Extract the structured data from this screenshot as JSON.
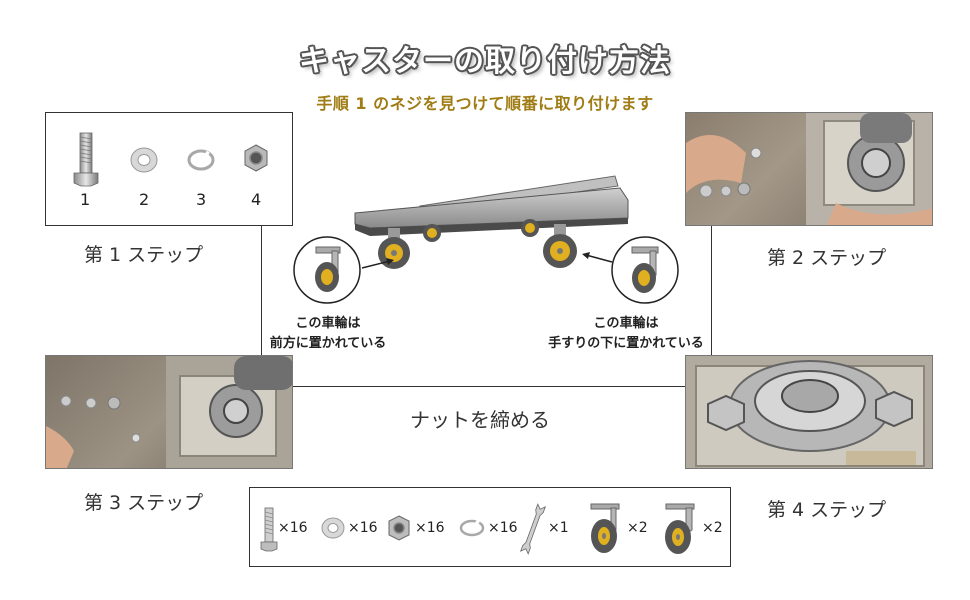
{
  "header": {
    "title": "キャスターの取り付け方法",
    "subtitle": "手順 1 のネジを見つけて順番に取り付けます"
  },
  "parts_box": {
    "items": [
      {
        "icon": "bolt-icon",
        "number": "1"
      },
      {
        "icon": "washer-icon",
        "number": "2"
      },
      {
        "icon": "spring-washer-icon",
        "number": "3"
      },
      {
        "icon": "nut-icon",
        "number": "4"
      }
    ]
  },
  "steps": {
    "step1": "第 1 ステップ",
    "step2": "第 2 ステップ",
    "step3": "第 3 ステップ",
    "step4": "第 4 ステップ"
  },
  "center": {
    "left_caption_line1": "この車輪は",
    "left_caption_line2": "前方に置かれている",
    "right_caption_line1": "この車輪は",
    "right_caption_line2": "手すりの下に置かれている",
    "tighten_label": "ナットを締める"
  },
  "bottom_parts": {
    "items": [
      {
        "icon": "bolt-icon",
        "qty": "×16"
      },
      {
        "icon": "washer-icon",
        "qty": "×16"
      },
      {
        "icon": "nut-icon",
        "qty": "×16"
      },
      {
        "icon": "spring-washer-icon",
        "qty": "×16"
      },
      {
        "icon": "wrench-icon",
        "qty": "×1"
      },
      {
        "icon": "fixed-caster-icon",
        "qty": "×2"
      },
      {
        "icon": "swivel-caster-icon",
        "qty": "×2"
      }
    ]
  },
  "colors": {
    "subtitle": "#a07c14",
    "wheel_hub": "#e0b020",
    "tire": "#555555"
  }
}
